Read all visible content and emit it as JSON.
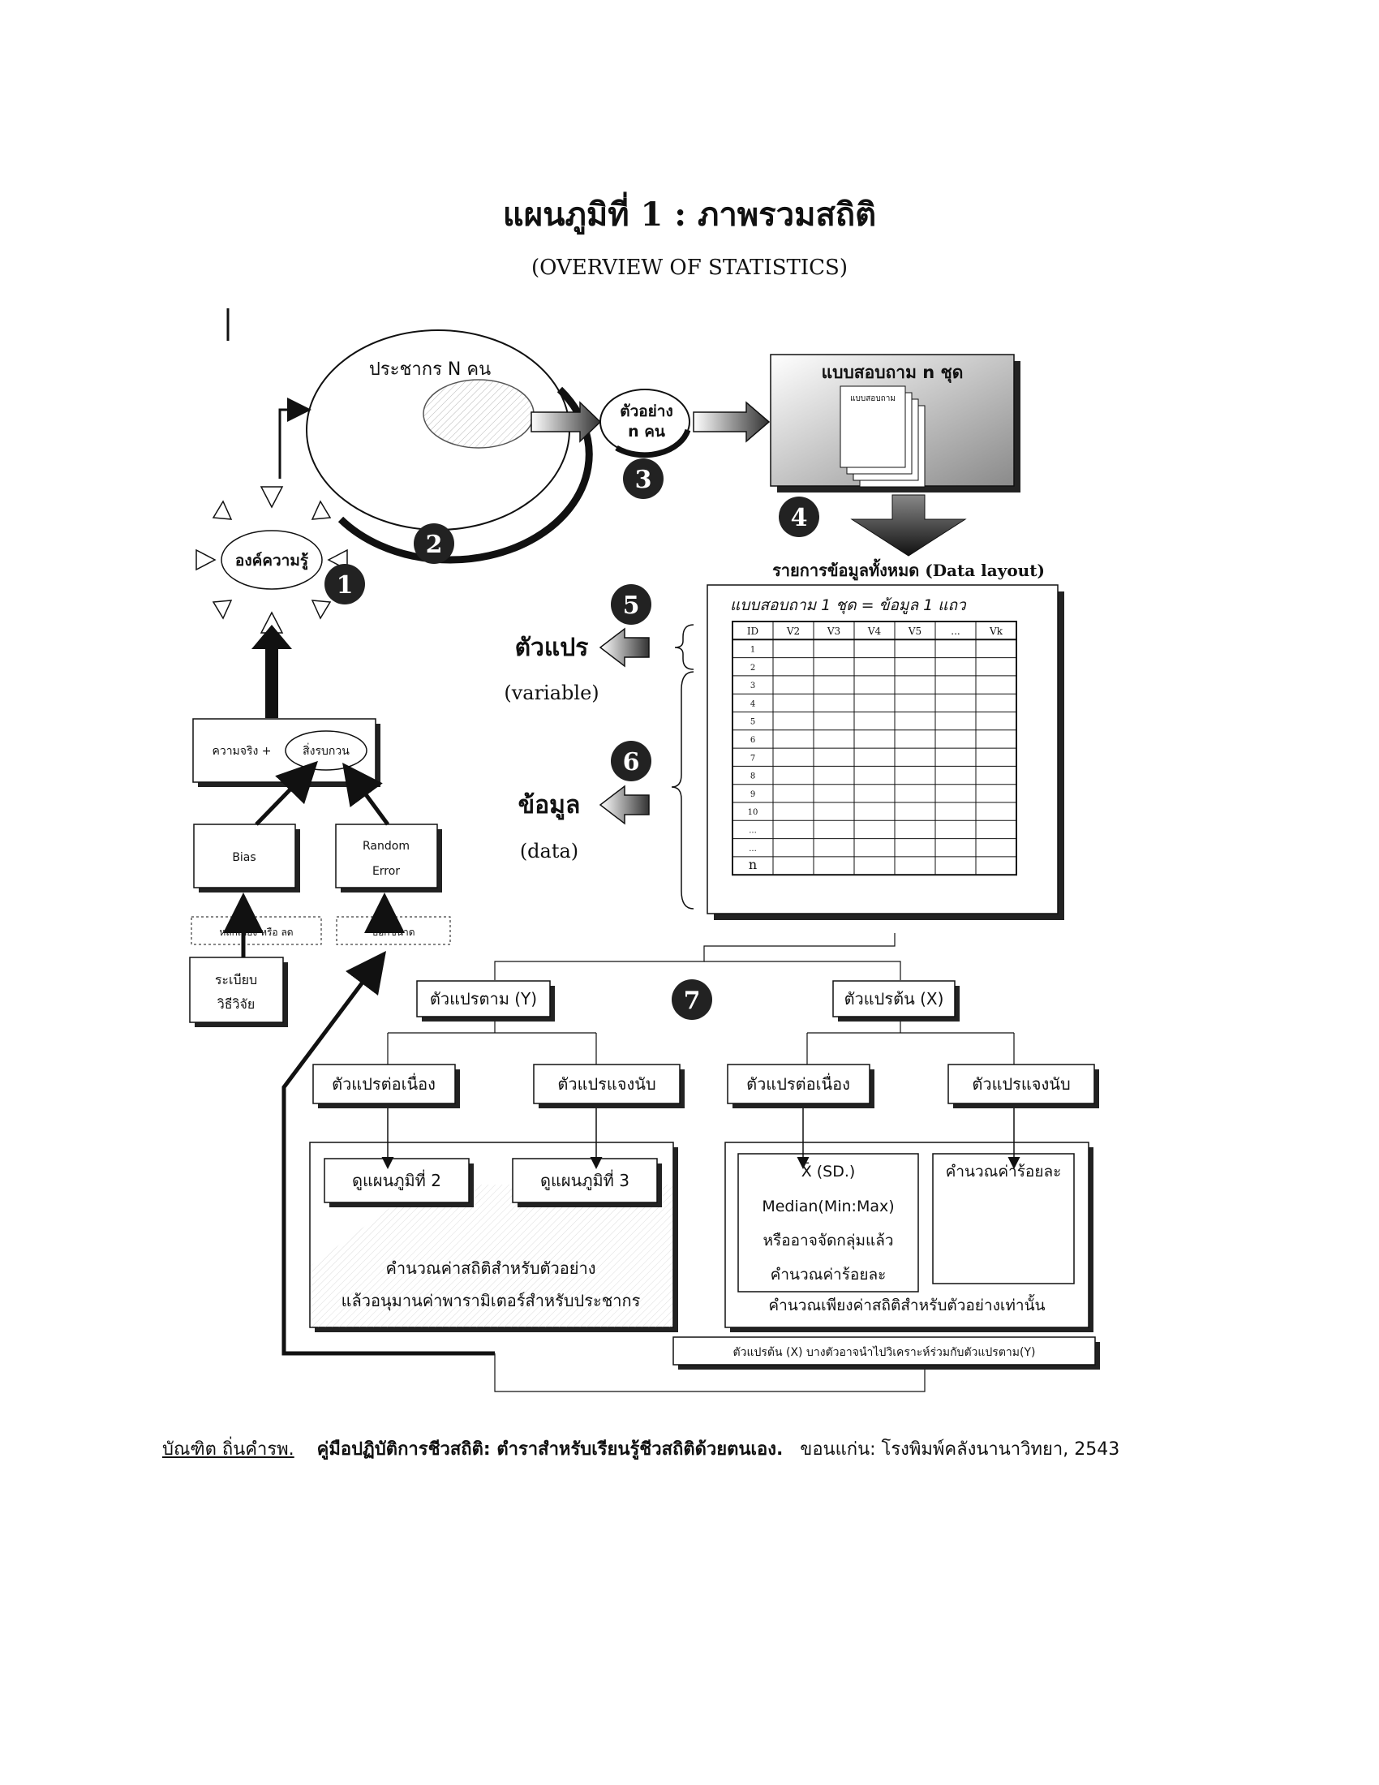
{
  "title": "แผนภูมิที่ 1 : ภาพรวมสถิติ",
  "subtitle": "(OVERVIEW OF STATISTICS)",
  "population": "ประชากร N คน",
  "sample": {
    "line1": "ตัวอย่าง",
    "line2": "n คน"
  },
  "questionnaire_header": "แบบสอบถาม n ชุด",
  "questionnaire_sheet": "แบบสอบถาม",
  "knowledge": "องค์ความรู้",
  "steps": [
    "1",
    "2",
    "3",
    "4",
    "5",
    "6",
    "7"
  ],
  "truth_box": {
    "left": "ความจริง +",
    "circle": "สิ่งรบกวน"
  },
  "bias": "Bias",
  "random_error": {
    "line1": "Random",
    "line2": "Error"
  },
  "avoid_or_reduce": "หลีกเลี่ยง หรือ ลด",
  "reduce_size": "บอกขนาด",
  "research_method": {
    "line1": "ระเบียบ",
    "line2": "วิธีวิจัย"
  },
  "data_layout": {
    "title": "รายการข้อมูลทั้งหมด (Data layout)",
    "caption": "แบบสอบถาม 1 ชุด = ข้อมูล 1 แถว",
    "headers": [
      "ID",
      "V2",
      "V3",
      "V4",
      "V5",
      "...",
      "Vk"
    ],
    "row_ids": [
      "1",
      "2",
      "3",
      "4",
      "5",
      "6",
      "7",
      "8",
      "9",
      "10",
      "...",
      "...",
      "n"
    ]
  },
  "variable": {
    "label": "ตัวแปร",
    "en": "(variable)"
  },
  "data_label": {
    "label": "ข้อมูล",
    "en": "(data)"
  },
  "dependent": "ตัวแปรตาม (Y)",
  "independent": "ตัวแปรต้น (X)",
  "continuous": "ตัวแปรต่อเนื่อง",
  "categorical": "ตัวแปรแจงนับ",
  "see_chart2": "ดูแผนภูมิที่ 2",
  "see_chart3": "ดูแผนภูมิที่ 3",
  "inferential": {
    "line1": "คำนวณค่าสถิติสำหรับตัวอย่าง",
    "line2": "แล้วอนุมานค่าพารามิเตอร์สำหรับประชากร"
  },
  "descriptive_cont": {
    "line1": "X̄ (SD.)",
    "line2": "Median(Min:Max)",
    "line3": "หรืออาจจัดกลุ่มแล้ว",
    "line4": "คำนวณค่าร้อยละ"
  },
  "percent": "คำนวณค่าร้อยละ",
  "descriptive_only": "คำนวณเพียงค่าสถิติสำหรับตัวอย่างเท่านั้น",
  "x_note": "ตัวแปรต้น (X) บางตัวอาจนำไปวิเคราะห์ร่วมกับตัวแปรตาม(Y)",
  "citation": {
    "author": "บัณฑิต ถิ่นคำรพ.",
    "book": "คู่มือปฏิบัติการชีวสถิติ: ตำราสำหรับเรียนรู้ชีวสถิติด้วยตนเอง.",
    "publisher": "ขอนแก่น: โรงพิมพ์คลังนานาวิทยา, 2543"
  }
}
